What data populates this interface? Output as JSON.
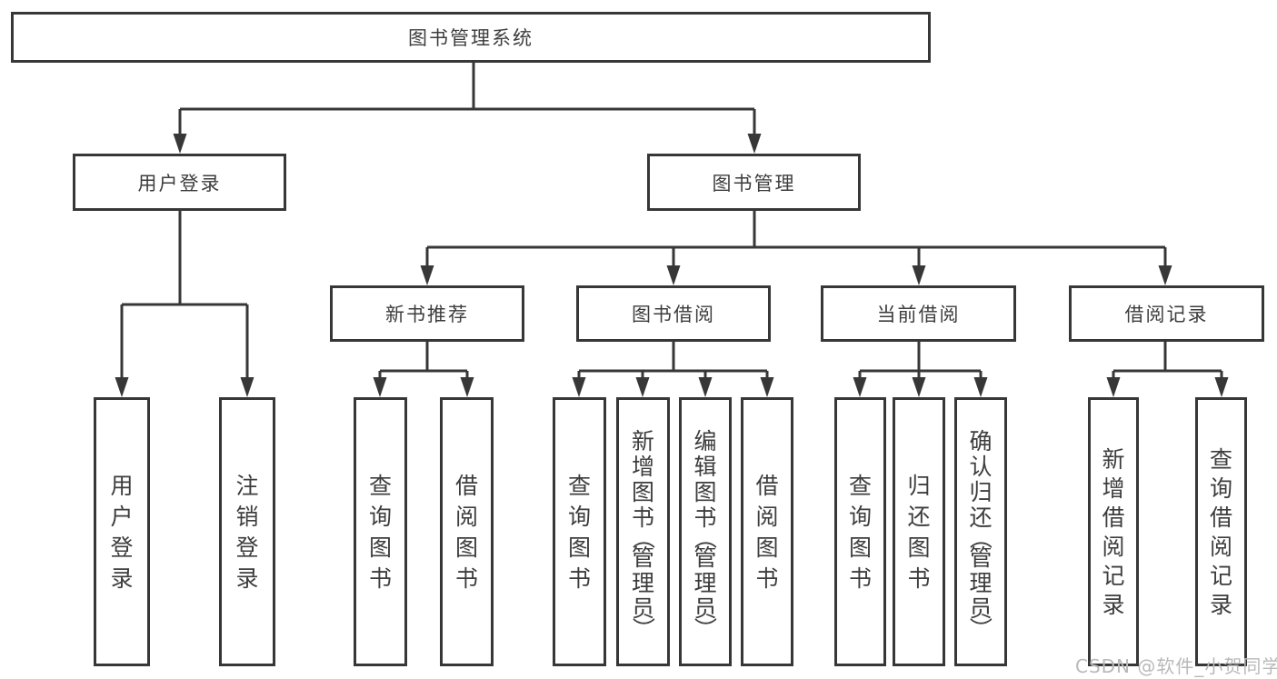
{
  "tree": {
    "label": "图书管理系统",
    "children": [
      {
        "label": "用户登录",
        "children": [
          {
            "label": "用户登录"
          },
          {
            "label": "注销登录"
          }
        ]
      },
      {
        "label": "图书管理",
        "children": [
          {
            "label": "新书推荐",
            "children": [
              {
                "label": "查询图书"
              },
              {
                "label": "借阅图书"
              }
            ]
          },
          {
            "label": "图书借阅",
            "children": [
              {
                "label": "查询图书"
              },
              {
                "label": "新增图书（管理员）"
              },
              {
                "label": "编辑图书（管理员）"
              },
              {
                "label": "借阅图书"
              }
            ]
          },
          {
            "label": "当前借阅",
            "children": [
              {
                "label": "查询图书"
              },
              {
                "label": "归还图书"
              },
              {
                "label": "确认归还（管理员）"
              }
            ]
          },
          {
            "label": "借阅记录",
            "children": [
              {
                "label": "新增借阅记录"
              },
              {
                "label": "查询借阅记录"
              }
            ]
          }
        ]
      }
    ]
  },
  "watermark": {
    "text": "CSDN @软件_小贺同学"
  },
  "colors": {
    "line": "#373737",
    "text": "#3d3d3d",
    "watermark": "#b9b9b9",
    "background": "#ffffff"
  }
}
